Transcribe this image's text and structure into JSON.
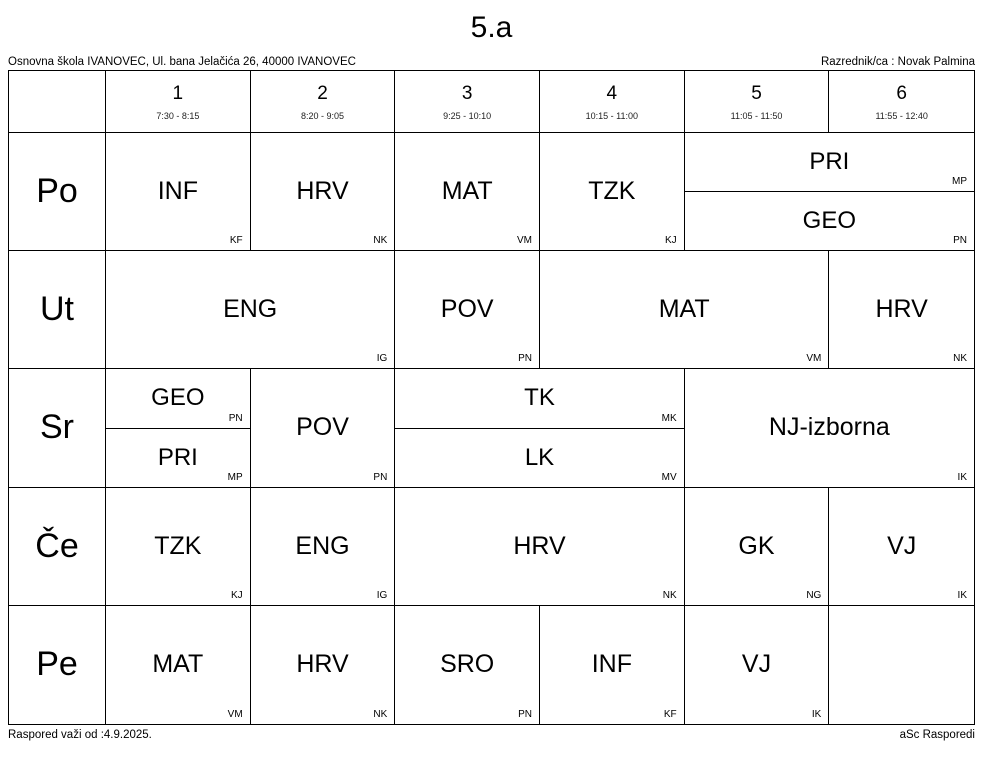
{
  "title": "5.a",
  "header": {
    "school": "Osnovna škola IVANOVEC, Ul. bana Jelačića 26, 40000 IVANOVEC",
    "teacher": "Razrednik/ca : Novak Palmina"
  },
  "footer": {
    "valid_from": "Raspored važi od :4.9.2025.",
    "generator": "aSc Rasporedi"
  },
  "periods": [
    {
      "num": "1",
      "time": "7:30 - 8:15"
    },
    {
      "num": "2",
      "time": "8:20 - 9:05"
    },
    {
      "num": "3",
      "time": "9:25 - 10:10"
    },
    {
      "num": "4",
      "time": "10:15 - 11:00"
    },
    {
      "num": "5",
      "time": "11:05 - 11:50"
    },
    {
      "num": "6",
      "time": "11:55 - 12:40"
    }
  ],
  "schedule": {
    "po": {
      "label": "Po",
      "p1": {
        "subject": "INF",
        "teacher": "KF"
      },
      "p2": {
        "subject": "HRV",
        "teacher": "NK"
      },
      "p3": {
        "subject": "MAT",
        "teacher": "VM"
      },
      "p4": {
        "subject": "TZK",
        "teacher": "KJ"
      },
      "p56_top": {
        "subject": "PRI",
        "teacher": "MP"
      },
      "p56_bottom": {
        "subject": "GEO",
        "teacher": "PN"
      }
    },
    "ut": {
      "label": "Ut",
      "p12": {
        "subject": "ENG",
        "teacher": "IG"
      },
      "p3": {
        "subject": "POV",
        "teacher": "PN"
      },
      "p45": {
        "subject": "MAT",
        "teacher": "VM"
      },
      "p6": {
        "subject": "HRV",
        "teacher": "NK"
      }
    },
    "sr": {
      "label": "Sr",
      "p1_top": {
        "subject": "GEO",
        "teacher": "PN"
      },
      "p1_bottom": {
        "subject": "PRI",
        "teacher": "MP"
      },
      "p2": {
        "subject": "POV",
        "teacher": "PN"
      },
      "p34_top": {
        "subject": "TK",
        "teacher": "MK"
      },
      "p34_bottom": {
        "subject": "LK",
        "teacher": "MV"
      },
      "p56": {
        "subject": "NJ-izborna",
        "teacher": "IK"
      }
    },
    "ce": {
      "label": "Če",
      "p1": {
        "subject": "TZK",
        "teacher": "KJ"
      },
      "p2": {
        "subject": "ENG",
        "teacher": "IG"
      },
      "p34": {
        "subject": "HRV",
        "teacher": "NK"
      },
      "p5": {
        "subject": "GK",
        "teacher": "NG"
      },
      "p6": {
        "subject": "VJ",
        "teacher": "IK"
      }
    },
    "pe": {
      "label": "Pe",
      "p1": {
        "subject": "MAT",
        "teacher": "VM"
      },
      "p2": {
        "subject": "HRV",
        "teacher": "NK"
      },
      "p3": {
        "subject": "SRO",
        "teacher": "PN"
      },
      "p4": {
        "subject": "INF",
        "teacher": "KF"
      },
      "p5": {
        "subject": "VJ",
        "teacher": "IK"
      }
    }
  }
}
